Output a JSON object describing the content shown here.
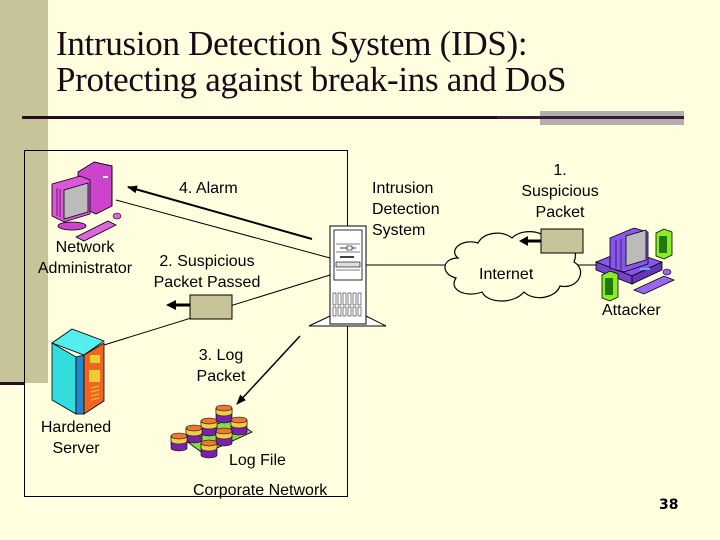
{
  "slide": {
    "title_line1": "Intrusion Detection System (IDS):",
    "title_line2": "Protecting against break-ins and DoS",
    "page_number": "38"
  },
  "diagram": {
    "corporate_network_label": "Corporate Network",
    "nodes": {
      "admin": {
        "line1": "Network",
        "line2": "Administrator",
        "icon": "desktop-computer-icon"
      },
      "ids": {
        "line1": "Intrusion",
        "line2": "Detection",
        "line3": "System",
        "icon": "tower-server-icon"
      },
      "internet": {
        "label": "Internet",
        "icon": "cloud-icon"
      },
      "attacker": {
        "label": "Attacker",
        "icon": "workstation-with-speakers-icon"
      },
      "hardened_server": {
        "line1": "Hardened",
        "line2": "Server",
        "icon": "rack-server-icon"
      },
      "log_file": {
        "label": "Log File",
        "icon": "database-cluster-icon"
      }
    },
    "steps": {
      "step1": {
        "line1": "1.",
        "line2": "Suspicious",
        "line3": "Packet"
      },
      "step2": {
        "line1": "2. Suspicious",
        "line2": "Packet Passed"
      },
      "step3": {
        "line1": "3. Log",
        "line2": "Packet"
      },
      "step4": {
        "label": "4. Alarm"
      }
    },
    "colors": {
      "background": "#ffffe0",
      "sidebar": "#c8c49a",
      "packet": "#c8c49a",
      "admin_pc": "#cc44cc",
      "attacker_pc": "#8855ee",
      "speakers": "#88ee22",
      "server_teal": "#33dddd",
      "server_orange": "#ee6622",
      "db_orange": "#ee7733",
      "db_purple": "#7722aa",
      "db_board": "#88dd44"
    }
  }
}
